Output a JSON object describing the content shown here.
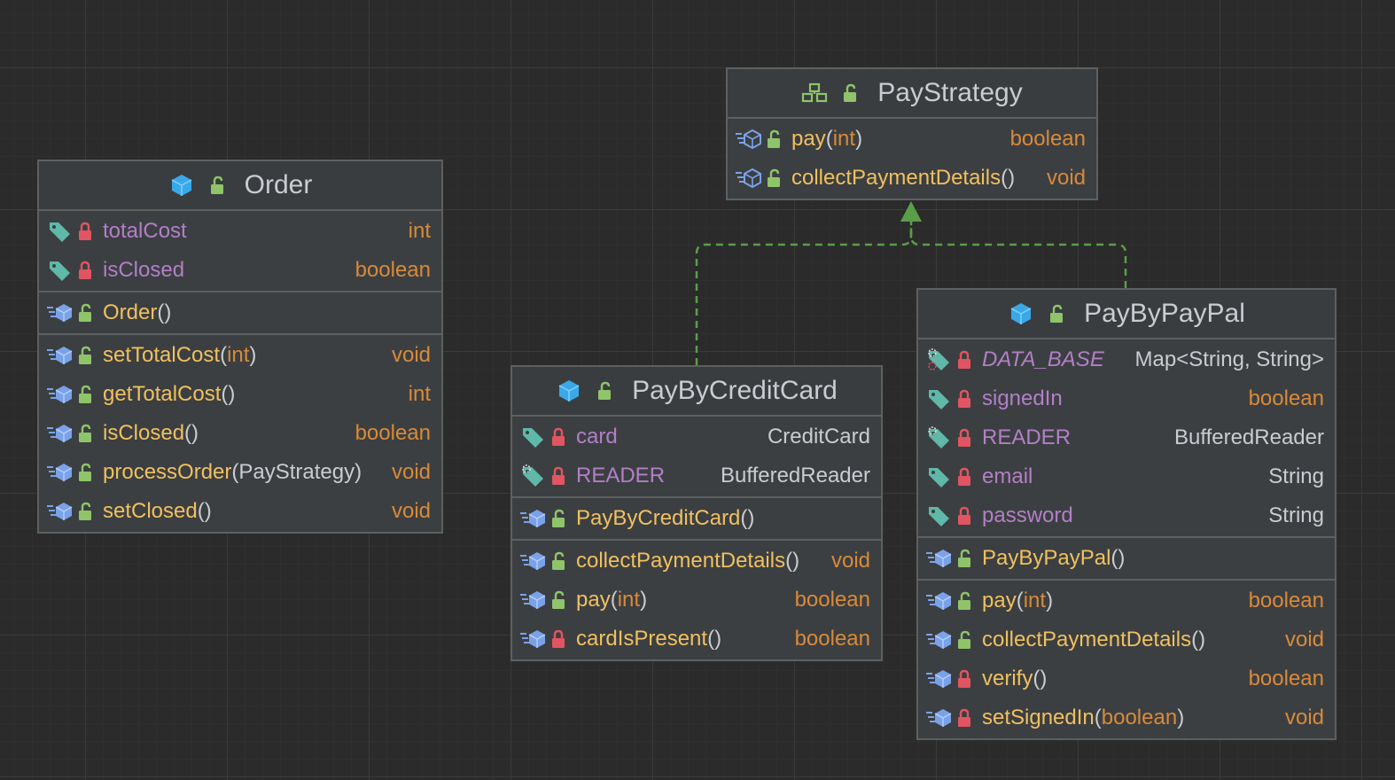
{
  "classes": {
    "order": {
      "title": "Order",
      "fields": [
        {
          "name": "totalCost",
          "type": "int"
        },
        {
          "name": "isClosed",
          "type": "boolean"
        }
      ],
      "constructors": [
        {
          "name": "Order",
          "open": "(",
          "params": "",
          "close": ")"
        }
      ],
      "methods": [
        {
          "name": "setTotalCost",
          "open": "(",
          "params": "int",
          "close": ")",
          "type": "void"
        },
        {
          "name": "getTotalCost",
          "open": "(",
          "params": "",
          "close": ")",
          "type": "int"
        },
        {
          "name": "isClosed",
          "open": "(",
          "params": "",
          "close": ")",
          "type": "boolean"
        },
        {
          "name": "processOrder",
          "open": "(",
          "params": "PayStrategy",
          "close": ")",
          "type": "void"
        },
        {
          "name": "setClosed",
          "open": "(",
          "params": "",
          "close": ")",
          "type": "void"
        }
      ]
    },
    "pay_strategy": {
      "title": "PayStrategy",
      "methods": [
        {
          "name": "pay",
          "open": "(",
          "params": "int",
          "close": ")",
          "type": "boolean"
        },
        {
          "name": "collectPaymentDetails",
          "open": "(",
          "params": "",
          "close": ")",
          "type": "void"
        }
      ]
    },
    "pay_by_credit_card": {
      "title": "PayByCreditCard",
      "fields": [
        {
          "name": "card",
          "type": "CreditCard"
        },
        {
          "name": "READER",
          "type": "BufferedReader"
        }
      ],
      "constructors": [
        {
          "name": "PayByCreditCard",
          "open": "(",
          "params": "",
          "close": ")"
        }
      ],
      "methods": [
        {
          "name": "collectPaymentDetails",
          "open": "(",
          "params": "",
          "close": ")",
          "type": "void"
        },
        {
          "name": "pay",
          "open": "(",
          "params": "int",
          "close": ")",
          "type": "boolean"
        },
        {
          "name": "cardIsPresent",
          "open": "(",
          "params": "",
          "close": ")",
          "type": "boolean"
        }
      ]
    },
    "pay_by_paypal": {
      "title": "PayByPayPal",
      "fields": [
        {
          "name": "DATA_BASE",
          "type": "Map<String, String>"
        },
        {
          "name": "signedIn",
          "type": "boolean"
        },
        {
          "name": "READER",
          "type": "BufferedReader"
        },
        {
          "name": "email",
          "type": "String"
        },
        {
          "name": "password",
          "type": "String"
        }
      ],
      "constructors": [
        {
          "name": "PayByPayPal",
          "open": "(",
          "params": "",
          "close": ")"
        }
      ],
      "methods": [
        {
          "name": "pay",
          "open": "(",
          "params": "int",
          "close": ")",
          "type": "boolean"
        },
        {
          "name": "collectPaymentDetails",
          "open": "(",
          "params": "",
          "close": ")",
          "type": "void"
        },
        {
          "name": "verify",
          "open": "(",
          "params": "",
          "close": ")",
          "type": "boolean"
        },
        {
          "name": "setSignedIn",
          "open": "(",
          "params": "boolean",
          "close": ")",
          "type": "void"
        }
      ]
    }
  },
  "colors": {
    "background": "#2b2b2b",
    "box": "#3c3f41",
    "field": "#b27fc8",
    "method": "#f0c060",
    "primitive_type": "#d88a3a",
    "object_type": "#c9ccd0",
    "arrow": "#5a9e4a",
    "private_lock": "#e05561",
    "public_lock": "#8fc46a"
  }
}
